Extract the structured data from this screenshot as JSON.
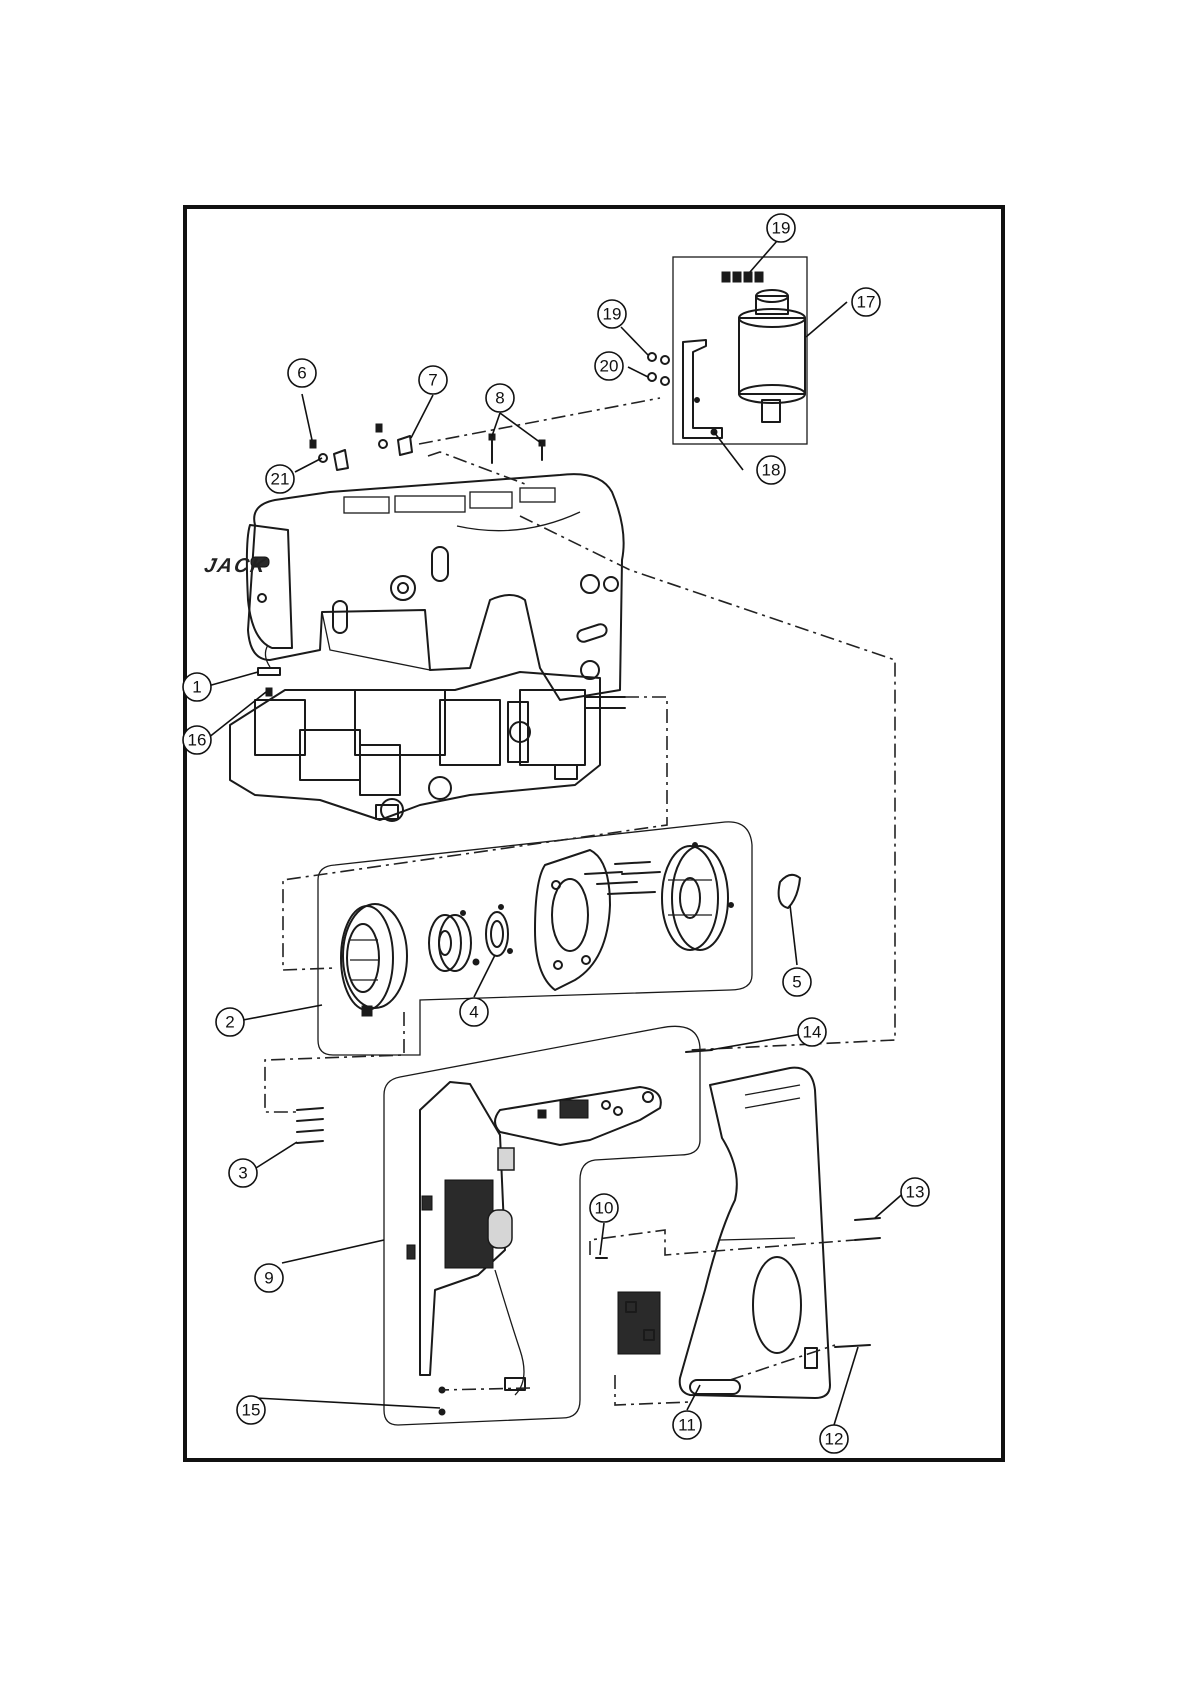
{
  "brand": {
    "logo_text": "JACK"
  },
  "callouts": [
    "1",
    "2",
    "3",
    "4",
    "5",
    "6",
    "7",
    "8",
    "9",
    "10",
    "11",
    "12",
    "13",
    "14",
    "15",
    "16",
    "17",
    "18",
    "19",
    "19",
    "20",
    "21"
  ]
}
